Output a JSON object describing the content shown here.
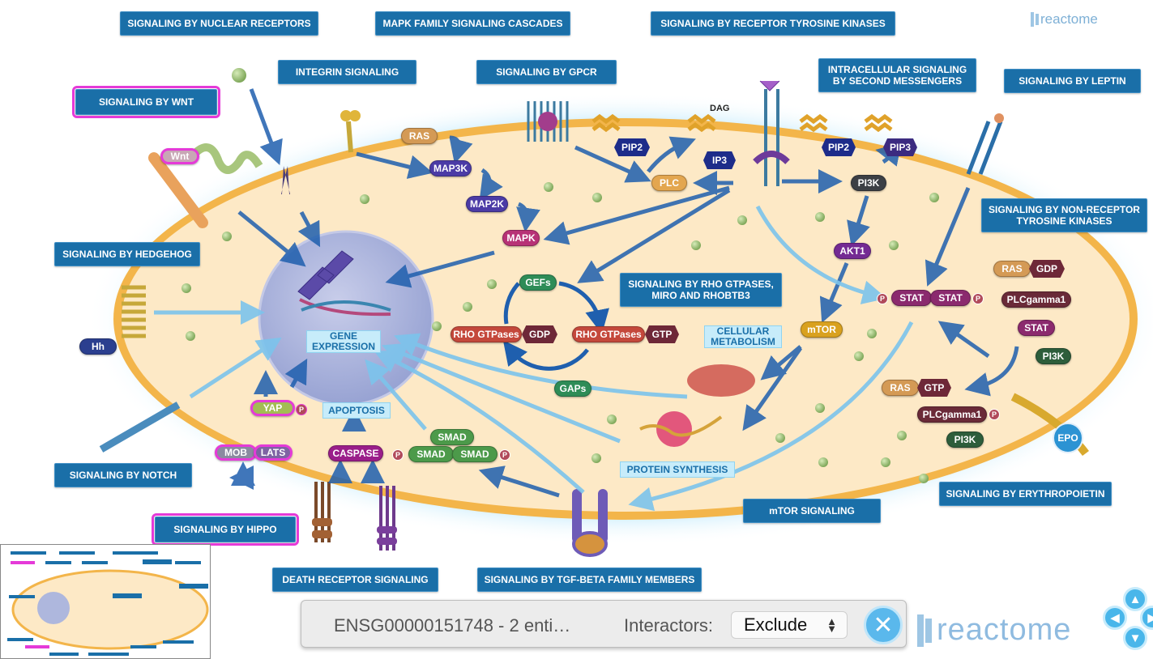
{
  "app": {
    "logo_small": "reactome",
    "logo_large": "reactome"
  },
  "pathways": {
    "nuclear_receptors": "SIGNALING BY NUCLEAR RECEPTORS",
    "mapk": "MAPK FAMILY SIGNALING CASCADES",
    "rtk": "SIGNALING BY RECEPTOR TYROSINE KINASES",
    "integrin": "INTEGRIN SIGNALING",
    "gpcr": "SIGNALING BY GPCR",
    "second_messengers": "INTRACELLULAR SIGNALING BY SECOND MESSENGERS",
    "leptin": "SIGNALING BY LEPTIN",
    "wnt": "SIGNALING BY WNT",
    "hedgehog": "SIGNALING BY HEDGEHOG",
    "non_receptor_tk": "SIGNALING BY NON-RECEPTOR TYROSINE KINASES",
    "rho": "SIGNALING BY RHO GTPASES, MIRO AND RHOBTB3",
    "notch": "SIGNALING BY NOTCH",
    "hippo": "SIGNALING BY HIPPO",
    "erythropoietin": "SIGNALING BY ERYTHROPOIETIN",
    "mtor": "mTOR SIGNALING",
    "death_receptor": "DEATH RECEPTOR SIGNALING",
    "tgf_beta": "SIGNALING BY TGF-BETA FAMILY MEMBERS"
  },
  "molecules": {
    "wnt": "Wnt",
    "hh": "Hh",
    "ras": "RAS",
    "map3k": "MAP3K",
    "map2k": "MAP2K",
    "mapk": "MAPK",
    "pip2_a": "PIP2",
    "pip2_b": "PIP2",
    "pip3": "PIP3",
    "plc": "PLC",
    "ip3": "IP3",
    "pi3k": "PI3K",
    "akt1": "AKT1",
    "mtor": "mTOR",
    "gefs": "GEFs",
    "gaps": "GAPs",
    "rho_gdp": "RHO GTPases",
    "gdp": "GDP",
    "rho_gtp": "RHO GTPases",
    "gtp": "GTP",
    "stat_a": "STAT",
    "stat_b": "STAT",
    "ras_r": "RAS",
    "gdp_r": "GDP",
    "plcg1": "PLCgamma1",
    "stat_r": "STAT",
    "pi3k_r": "PI3K",
    "ras2": "RAS",
    "gtp2": "GTP",
    "plcg1_b": "PLCgamma1",
    "pi3k_b": "PI3K",
    "epo": "EPO",
    "yap": "YAP",
    "mob": "MOB",
    "lats": "LATS",
    "caspase": "CASPASE",
    "smad_top": "SMAD",
    "smad_a": "SMAD",
    "smad_b": "SMAD",
    "p": "P"
  },
  "labels": {
    "dag": "DAG",
    "gene_expression": "GENE EXPRESSION",
    "apoptosis": "APOPTOSIS",
    "cellular_metabolism": "CELLULAR METABOLISM",
    "protein_synthesis": "PROTEIN SYNTHESIS"
  },
  "search_bar": {
    "query": "ENSG00000151748 - 2 enti…",
    "interactors_label": "Interactors:",
    "interactors_value": "Exclude"
  },
  "colors": {
    "cytoplasm": "#fde9c6",
    "membrane": "#f3b54a",
    "nucleus": "#aeb7dd",
    "pathway_button": "#1a6fa8",
    "highlight": "#e53ad8",
    "arrow": "#1f5fae"
  },
  "icons": {
    "close": "close-icon",
    "nav": "navigation-arrows-icon"
  }
}
